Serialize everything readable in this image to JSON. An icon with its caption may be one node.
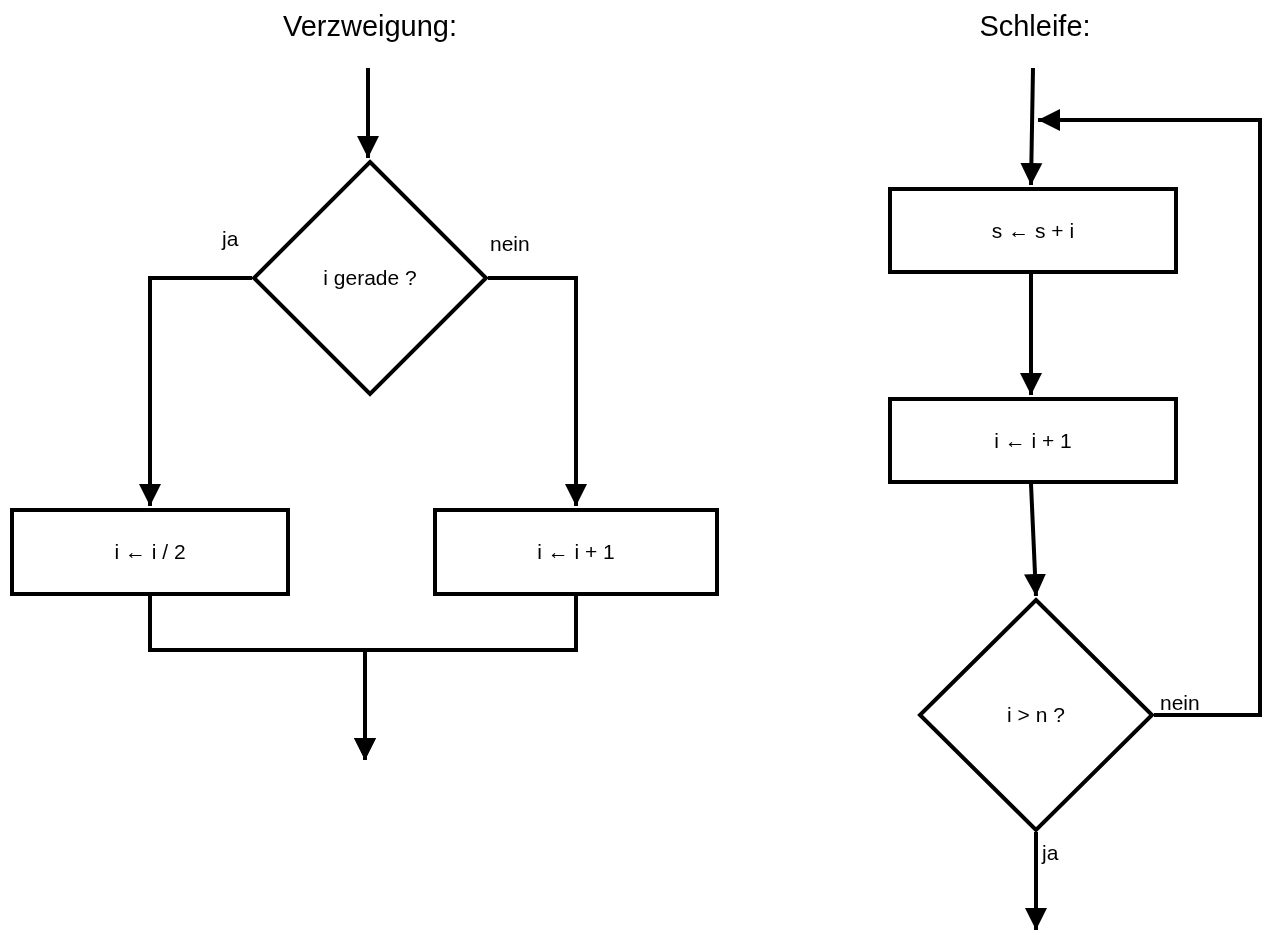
{
  "diagram": {
    "nodes": [
      {
        "text": [
          "i gerade ?"
        ]
      },
      {
        "text": [
          "i ← i / 2"
        ]
      },
      {
        "text": [
          "i ← i + 1"
        ]
      },
      {
        "text": [
          "s ← s + i"
        ]
      },
      {
        "text": [
          "i ← i + 1"
        ]
      },
      {
        "text": [
          "i > n ?"
        ]
      }
    ],
    "edges": [
      {
        "from": null,
        "to": 0,
        "arrow": "to"
      },
      {
        "from": 0,
        "to": 1,
        "arrow": "to",
        "label": "ja"
      },
      {
        "from": 0,
        "to": 2,
        "arrow": "to",
        "label": "nein"
      },
      {
        "from": 1,
        "to": null,
        "arrow": "to"
      },
      {
        "from": 2,
        "to": null,
        "arrow": "to"
      },
      {
        "from": null,
        "to": 3,
        "arrow": "to"
      },
      {
        "from": 3,
        "to": 4,
        "arrow": "to"
      },
      {
        "from": 4,
        "to": 5,
        "arrow": "to"
      },
      {
        "from": 5,
        "to": 3,
        "arrow": "to",
        "label": "nein"
      },
      {
        "from": 5,
        "to": null,
        "arrow": "to",
        "label": "ja"
      }
    ],
    "labels": [
      "Verzweigung:",
      "Schleife:"
    ]
  }
}
